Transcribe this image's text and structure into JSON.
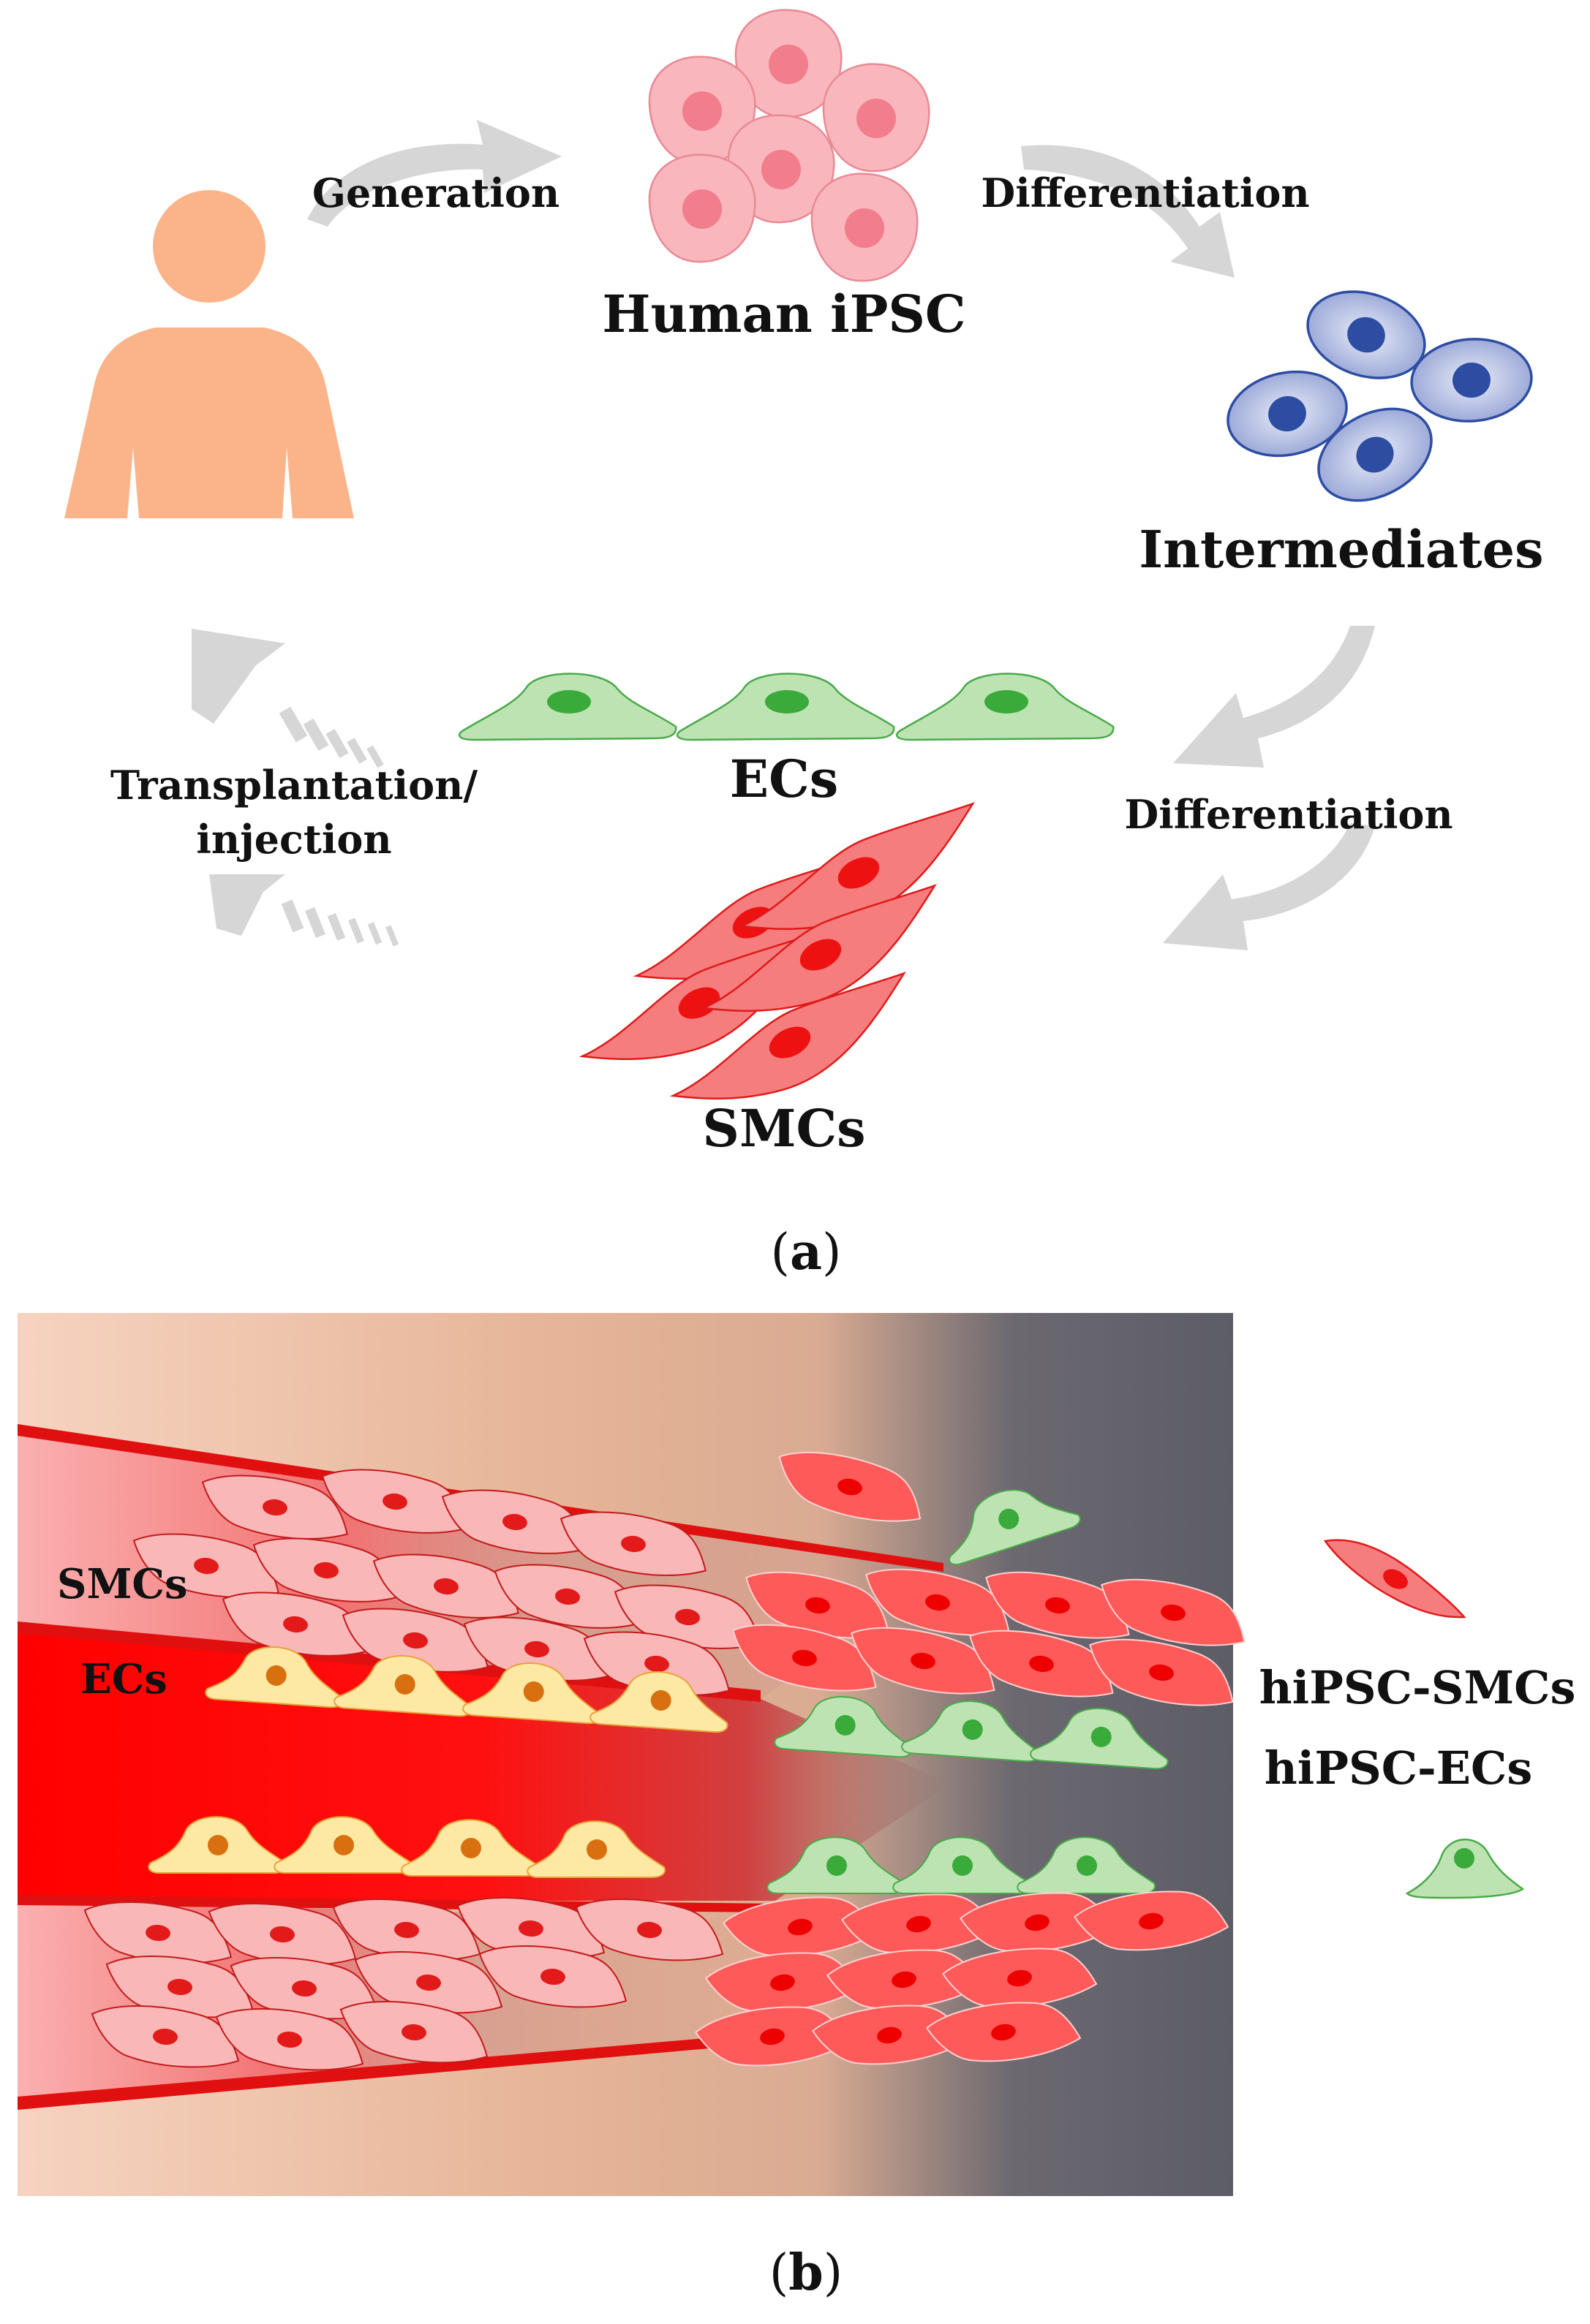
{
  "panel_a": {
    "labels": {
      "generation": "Generation",
      "human_ipsc": "Human iPSC",
      "differentiation_top": "Differentiation",
      "intermediates": "Intermediates",
      "ecs": "ECs",
      "differentiation_bottom": "Differentiation",
      "smcs": "SMCs",
      "transplantation_line1": "Transplantation/",
      "transplantation_line2": "injection"
    },
    "caption_open": "(",
    "caption_letter": "a",
    "caption_close": ")"
  },
  "panel_b": {
    "labels": {
      "smcs": "SMCs",
      "ecs": "ECs"
    },
    "legend": {
      "smc": "hiPSC-SMCs",
      "ec": "hiPSC-ECs"
    },
    "caption_open": "(",
    "caption_letter": "b",
    "caption_close": ")"
  },
  "colors": {
    "person": "#fbb48a",
    "ipsc_fill": "#f9b7bd",
    "ipsc_nucleus": "#f27d8c",
    "intermediate_fill": "#b9c4e6",
    "intermediate_nucleus": "#2d4da3",
    "ec_fill": "#bde3b3",
    "ec_nucleus": "#3aaa3a",
    "smc_fill": "#f57d7d",
    "smc_nucleus": "#ee1111",
    "host_ec_fill": "#fde9a3",
    "host_ec_nucleus": "#d9700f",
    "arrow_gray": "#d6d6d6",
    "vessel_red": "#ff1a1a"
  }
}
